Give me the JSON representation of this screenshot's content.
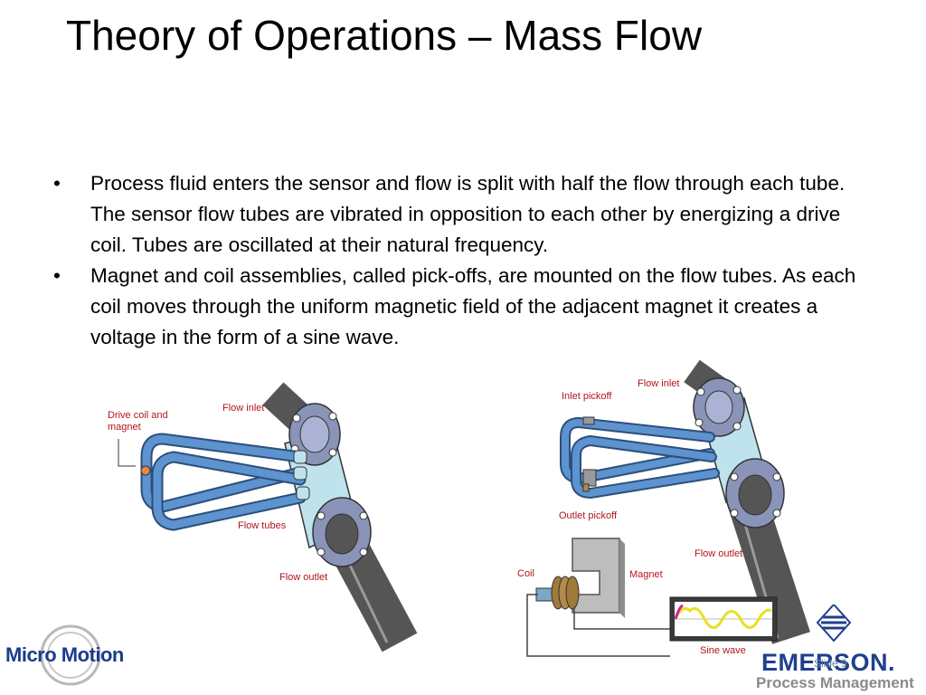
{
  "slide": {
    "title": "Theory of Operations – Mass Flow",
    "bullets": [
      "Process fluid enters the sensor and flow is split with half the flow through each tube. The sensor flow tubes are vibrated in opposition to each other by energizing a drive coil. Tubes are oscillated at their natural frequency.",
      "Magnet and coil assemblies, called pick-offs, are mounted on the flow tubes. As each coil moves through the uniform magnetic field of the adjacent magnet it creates a voltage in the form of a sine wave."
    ],
    "bullet_symbol": "•"
  },
  "figure_left": {
    "drive_coil_label_line1": "Drive coil and",
    "drive_coil_label_line2": "magnet",
    "flow_inlet": "Flow inlet",
    "flow_tubes": "Flow tubes",
    "flow_outlet": "Flow outlet"
  },
  "figure_right": {
    "flow_inlet": "Flow inlet",
    "inlet_pickoff": "Inlet pickoff",
    "outlet_pickoff": "Outlet pickoff",
    "flow_outlet": "Flow  outlet",
    "coil": "Coil",
    "magnet": "Magnet",
    "sine_wave": "Sine wave"
  },
  "footer": {
    "brand_left": "Micro Motion",
    "brand_right": "EMERSON.",
    "brand_right_sub": "Process Management",
    "slide_number": "Slide 9"
  },
  "colors": {
    "label_red": "#b2141c",
    "tube_blue": "#4f86c6",
    "flange": "#8a93b8",
    "pipe": "#5c5c5c",
    "manifold": "#bfe3ec",
    "emerson_blue": "#1f3f8f",
    "sine_yellow": "#e8e020"
  }
}
